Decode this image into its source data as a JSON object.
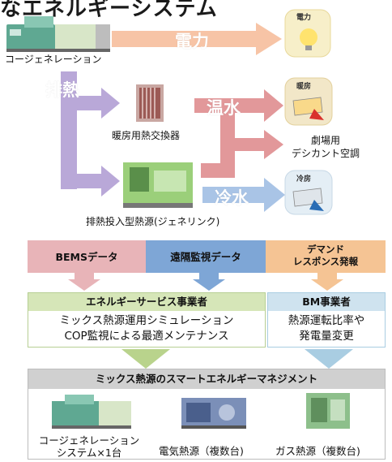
{
  "title": "なエネルギーシステム",
  "top_diagram": {
    "cogeneration_label": "コージェネレーション",
    "electricity_label": "電力",
    "exhaust_heat_label": "排熱",
    "heat_exchanger_label": "暖房用熱交換器",
    "hot_water_label": "温水",
    "cold_water_label": "冷水",
    "absorption_label": "排熱投入型熱源(ジェネリンク)",
    "theater_label_line1": "劇場用",
    "theater_label_line2": "デシカント空調",
    "icons": {
      "power": "電力",
      "heating": "暖房",
      "cooling": "冷房"
    }
  },
  "data_sources": {
    "bems": "BEMSデータ",
    "remote": "遠隔監視データ",
    "demand_line1": "デマンド",
    "demand_line2": "レスポンス発報"
  },
  "operators": {
    "energy_service_title": "エネルギーサービス事業者",
    "energy_service_line1": "ミックス熱源運用シミュレーション",
    "energy_service_line2": "COP監視による最適メンテナンス",
    "bm_title": "BM事業者",
    "bm_line1": "熱源運転比率や",
    "bm_line2": "発電量変更"
  },
  "management": {
    "title": "ミックス熱源のスマートエネルギーマネジメント",
    "equipment": [
      {
        "line1": "コージェネレーション",
        "line2": "システム×1台"
      },
      {
        "line1": "電気熱源（複数台)",
        "line2": ""
      },
      {
        "line1": "ガス熱源（複数台)",
        "line2": ""
      }
    ]
  },
  "colors": {
    "power_arrow": "#f7c4a6",
    "exhaust_arrow": "#b9a8d8",
    "hot_arrow": "#e2989a",
    "cold_arrow": "#a9c4e6",
    "bems_box": "#e8b4b8",
    "remote_box": "#7ea6d6",
    "demand_box": "#f5c494",
    "energy_service_header": "#d6e6b8",
    "bm_header": "#cfe3ef",
    "management_header": "#d0d0d0"
  }
}
